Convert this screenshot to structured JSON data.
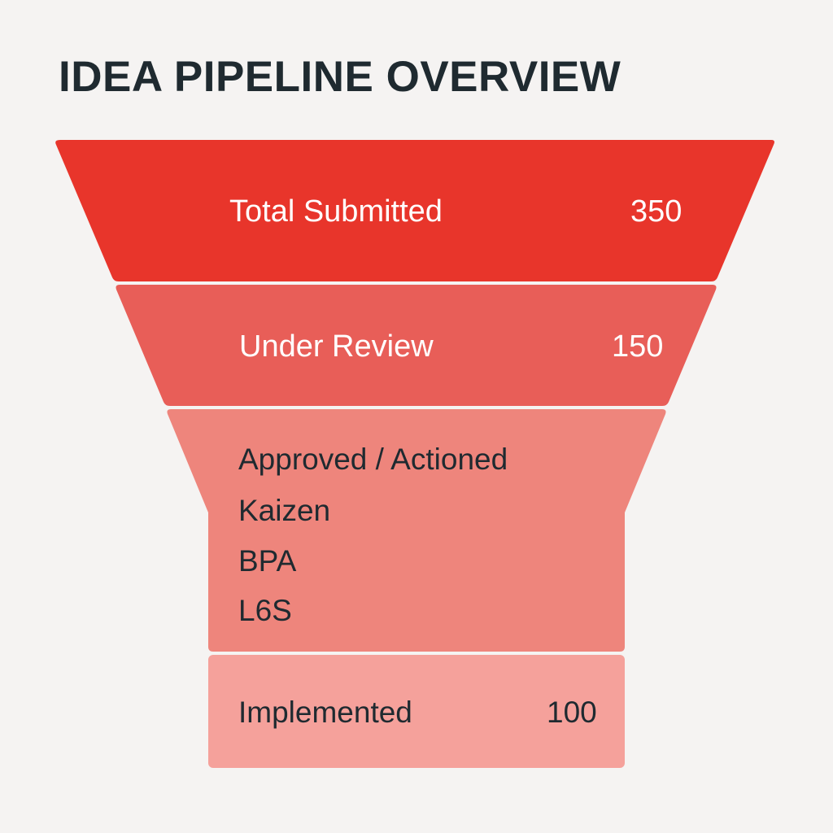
{
  "title": "IDEA PIPELINE OVERVIEW",
  "colors": {
    "background": "#f5f3f2",
    "title_text": "#1f2a30",
    "stage_total": "#e8352b",
    "stage_review": "#e85e58",
    "stage_approved": "#ee857c",
    "stage_implemented": "#f5a19b",
    "light_text": "#ffffff",
    "dark_text": "#1f2a30"
  },
  "stages": [
    {
      "label": "Total Submitted",
      "value": "350"
    },
    {
      "label": "Under Review",
      "value": "150"
    },
    {
      "label": "Approved / Actioned",
      "items": [
        "Kaizen",
        "BPA",
        "L6S"
      ]
    },
    {
      "label": "Implemented",
      "value": "100"
    }
  ]
}
